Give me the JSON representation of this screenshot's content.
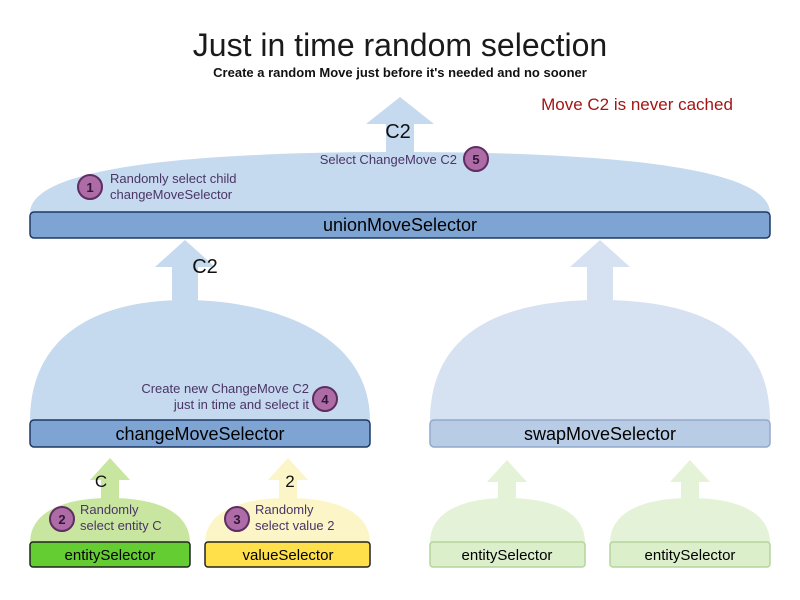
{
  "title": "Just in time random selection",
  "subtitle": "Create a random Move just before it's needed and no sooner",
  "note": "Move C2 is never cached",
  "union": {
    "label": "unionMoveSelector",
    "stream_label": "C2",
    "step1": {
      "num": "1",
      "line1": "Randomly select child",
      "line2": "changeMoveSelector"
    },
    "step5": {
      "num": "5",
      "text": "Select ChangeMove C2"
    }
  },
  "change": {
    "label": "changeMoveSelector",
    "stream_label": "C2",
    "step4": {
      "num": "4",
      "line1": "Create new ChangeMove C2",
      "line2": "just in time and select it"
    }
  },
  "swap": {
    "label": "swapMoveSelector"
  },
  "entity": {
    "label": "entitySelector",
    "stream_label": "C",
    "step2": {
      "num": "2",
      "line1": "Randomly",
      "line2": "select entity C"
    }
  },
  "value": {
    "label": "valueSelector",
    "stream_label": "2",
    "step3": {
      "num": "3",
      "line1": "Randomly",
      "line2": "select value 2"
    }
  },
  "faded_entity1": {
    "label": "entitySelector"
  },
  "faded_entity2": {
    "label": "entitySelector"
  },
  "colors": {
    "blue_mound": "#c5d9ef",
    "blue_bar": "#7da4d2",
    "blue_bar_border": "#1f3864",
    "faded_blue_mound": "#d6e1f2",
    "faded_blue_bar": "#b9cce6",
    "faded_blue_border": "#93a9cc",
    "faded_blue_text": "#8095b5",
    "green_mound": "#c9e6a1",
    "green_bar": "#64cd32",
    "yellow_mound": "#fcf5c7",
    "yellow_bar": "#ffe04a",
    "faded_green_mound": "#e4f3d7",
    "faded_green_bar": "#dcefcb",
    "faded_green_border": "#b5d49e",
    "faded_green_text": "#95ad85",
    "badge_fill": "#ad6ca5",
    "badge_border": "#5e2d62",
    "annotation_text": "#4a3566",
    "note_text": "#a31515"
  }
}
